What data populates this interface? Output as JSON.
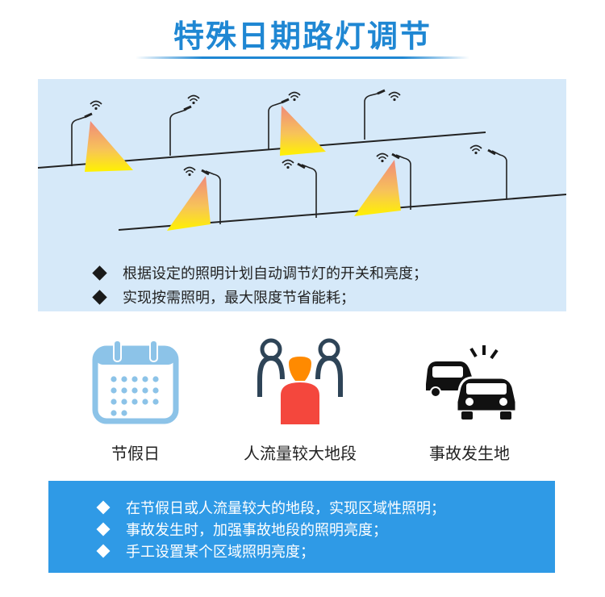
{
  "title": "特殊日期路灯调节",
  "scene": {
    "bullets": [
      "根据设定的照明计划自动调节灯的开关和亮度；",
      "实现按需照明，最大限度节省能耗；"
    ]
  },
  "scenarios": [
    {
      "label": "节假日",
      "icon": "calendar-icon"
    },
    {
      "label": "人流量较大地段",
      "icon": "crowd-icon"
    },
    {
      "label": "事故发生地",
      "icon": "car-accident-icon"
    }
  ],
  "bottom": {
    "bullets": [
      "在节假日或人流量较大的地段，实现区域性照明；",
      "事故发生时，加强事故地段的照明亮度；",
      "手工设置某个区域照明亮度；"
    ]
  },
  "colors": {
    "title": "#1f87d3",
    "scene_bg": "#d6e9f9",
    "calendar": "#8cc3e8",
    "crowd_head": "#ff8a00",
    "crowd_body": "#f4473d",
    "bottom_bg": "#2f9ae6"
  }
}
